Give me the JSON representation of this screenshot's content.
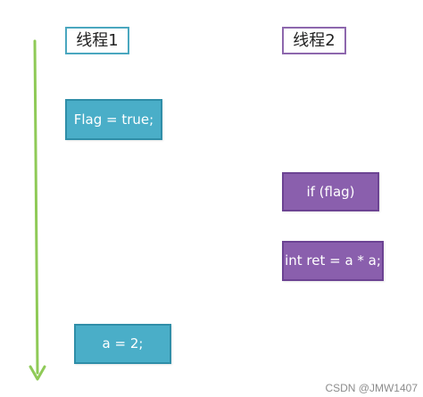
{
  "diagram": {
    "thread1_label": "线程1",
    "thread2_label": "线程2",
    "thread1_steps": [
      "Flag = true;",
      "a = 2;"
    ],
    "thread2_steps": [
      "if (flag)",
      "int ret = a * a;"
    ],
    "watermark": "CSDN @JMW1407",
    "colors": {
      "timeline": "#8fca57",
      "thread1_fill": "#4aaec8",
      "thread1_border": "#2f8ea8",
      "thread2_fill": "#8a5fad",
      "thread2_border": "#6c4393",
      "thread1_header_border": "#4aa7bf",
      "thread2_header_border": "#8d67ad"
    }
  }
}
